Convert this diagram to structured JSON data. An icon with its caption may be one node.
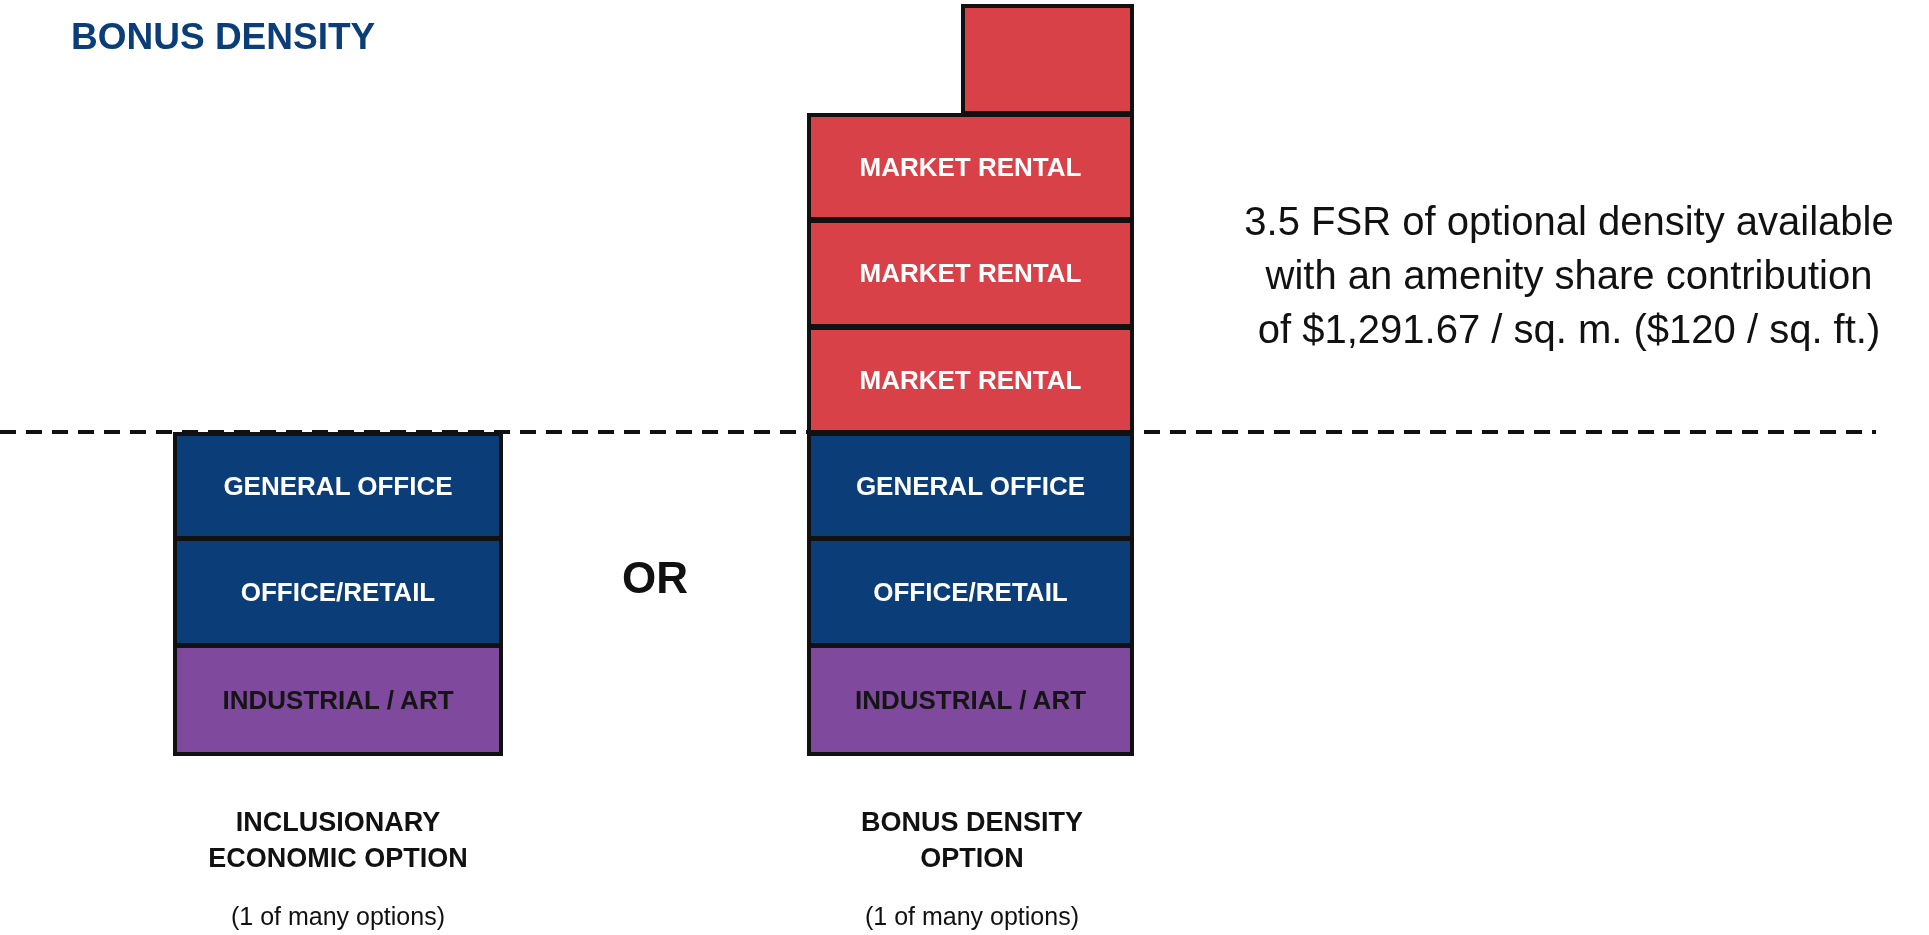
{
  "diagram": {
    "title": "BONUS DENSITY",
    "nodes": [
      {
        "text": [
          "GENERAL OFFICE"
        ]
      },
      {
        "text": [
          "OFFICE/RETAIL"
        ]
      },
      {
        "text": [
          "INDUSTRIAL / ART"
        ]
      },
      {
        "text": [],
        "shape": "box"
      },
      {
        "text": [
          "MARKET RENTAL"
        ]
      },
      {
        "text": [
          "MARKET RENTAL"
        ]
      },
      {
        "text": [
          "MARKET RENTAL"
        ]
      },
      {
        "text": [
          "GENERAL OFFICE"
        ]
      },
      {
        "text": [
          "OFFICE/RETAIL"
        ]
      },
      {
        "text": [
          "INDUSTRIAL / ART"
        ]
      }
    ],
    "labels": [
      "3.5 FSR of optional density available with an amenity share contribution of $1,291.67 / sq. m. ($120 / sq. ft.)",
      "OR",
      "INCLUSIONARY ECONOMIC OPTION",
      "(1 of many options)",
      "BONUS DENSITY OPTION",
      "(1 of many options)"
    ]
  }
}
